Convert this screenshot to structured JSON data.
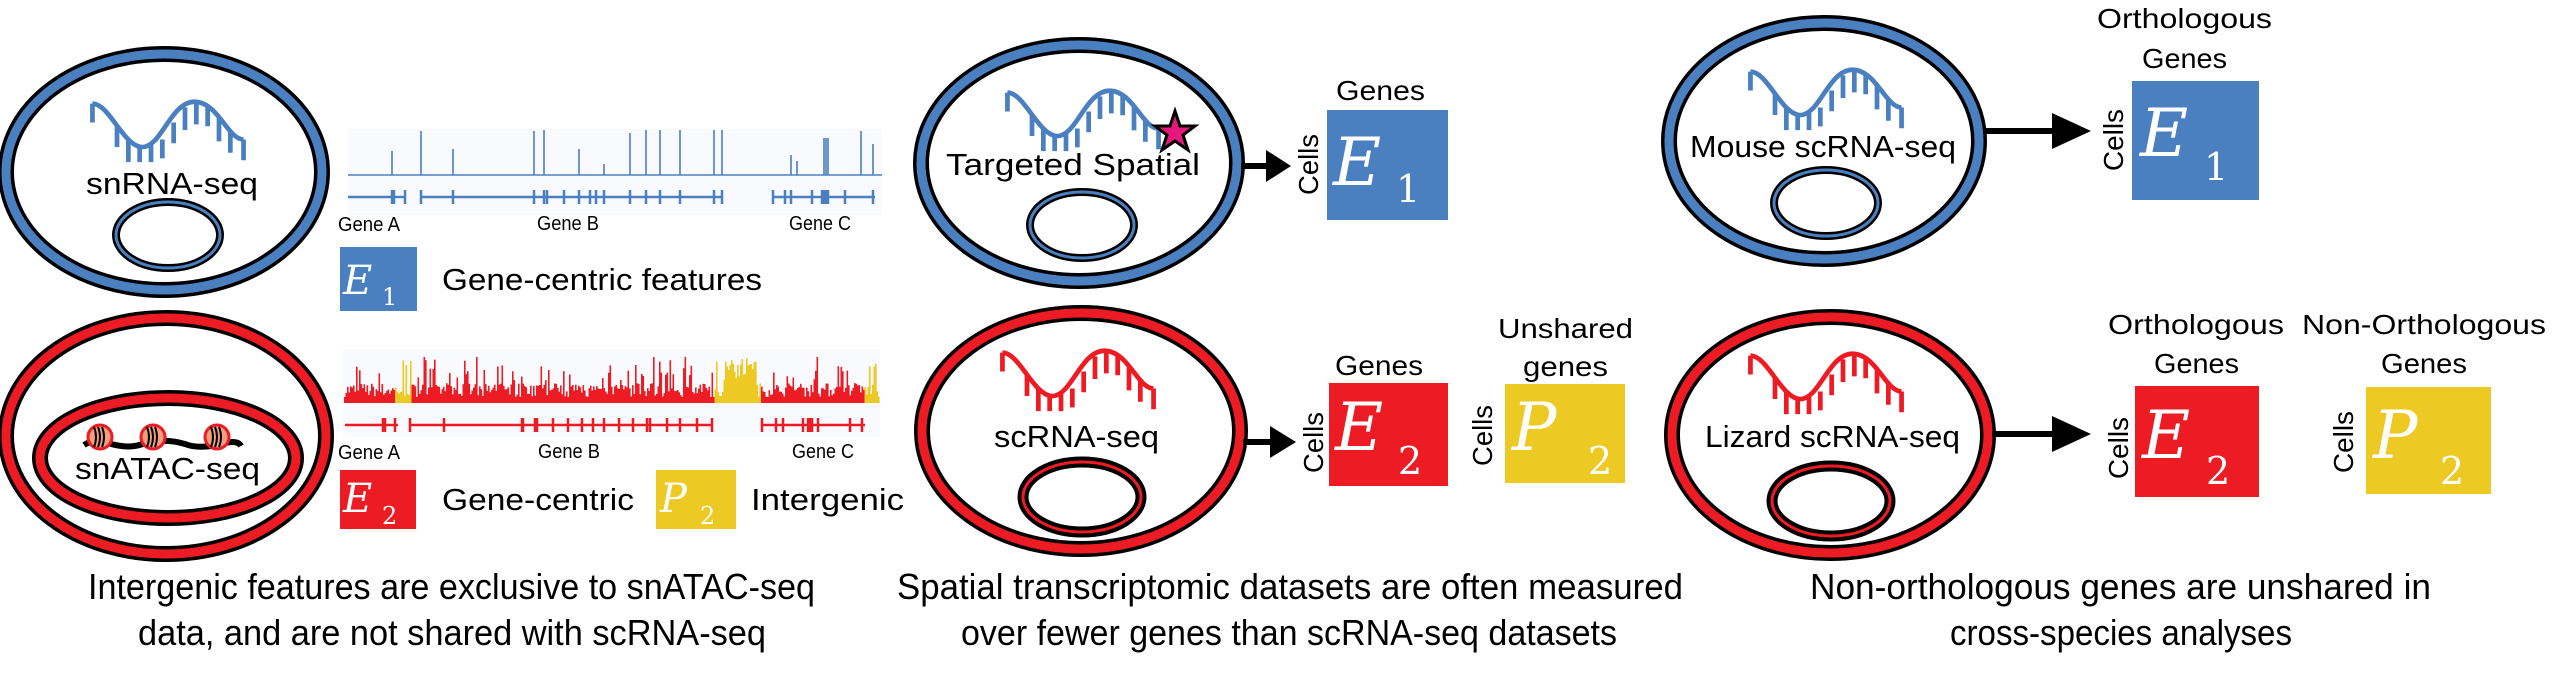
{
  "colors": {
    "blue": "#4b80c0",
    "red": "#ed1c24",
    "yellow": "#edc924",
    "star": "#e5197b",
    "nucleosome": "#f4a07e"
  },
  "panel_atac": {
    "rna_cell_label": "snRNA-seq",
    "atac_cell_label": "snATAC-seq",
    "rna_track_genes": [
      "Gene A",
      "Gene B",
      "Gene C"
    ],
    "atac_track_genes": [
      "Gene A",
      "Gene B",
      "Gene C"
    ],
    "e1": {
      "letter": "E",
      "sub": "1",
      "label": "Gene-centric features"
    },
    "e2": {
      "letter": "E",
      "sub": "2",
      "label": "Gene-centric"
    },
    "p2": {
      "letter": "P",
      "sub": "2",
      "label": "Intergenic"
    },
    "caption": [
      "Intergenic features are exclusive to snATAC-seq",
      "data, and are not shared with scRNA-seq"
    ]
  },
  "panel_spatial": {
    "top_cell_label": "Targeted Spatial",
    "bottom_cell_label": "scRNA-seq",
    "top_matrix": {
      "col_label": "Genes",
      "row_label": "Cells",
      "letter": "E",
      "sub": "1"
    },
    "bottom_matrix_e": {
      "col_label": "Genes",
      "row_label": "Cells",
      "letter": "E",
      "sub": "2"
    },
    "bottom_matrix_p": {
      "col_label": [
        "Unshared",
        "genes"
      ],
      "row_label": "Cells",
      "letter": "P",
      "sub": "2"
    },
    "caption": [
      "Spatial transcriptomic datasets are often measured",
      "over fewer genes than scRNA-seq datasets"
    ]
  },
  "panel_species": {
    "top_cell_label": "Mouse scRNA-seq",
    "bottom_cell_label": "Lizard scRNA-seq",
    "top_matrix": {
      "col_label": [
        "Orthologous",
        "Genes"
      ],
      "row_label": "Cells",
      "letter": "E",
      "sub": "1"
    },
    "bottom_matrix_e": {
      "col_label": [
        "Orthologous",
        "Genes"
      ],
      "row_label": "Cells",
      "letter": "E",
      "sub": "2"
    },
    "bottom_matrix_p": {
      "col_label": [
        "Non-Orthologous",
        "Genes"
      ],
      "row_label": "Cells",
      "letter": "P",
      "sub": "2"
    },
    "caption": [
      "Non-orthologous genes are unshared in",
      "cross-species analyses"
    ]
  }
}
